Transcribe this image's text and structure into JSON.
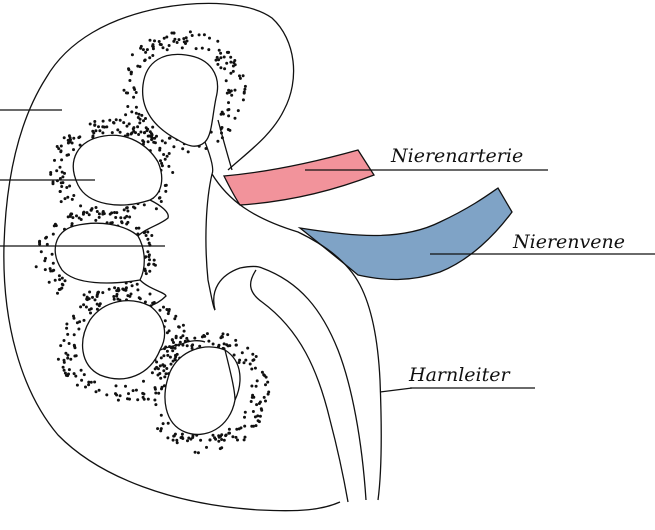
{
  "labels": {
    "renal_artery": "Nierenarterie",
    "renal_vein": "Nierenvene",
    "ureter": "Harnleiter"
  },
  "colors": {
    "artery_fill": "#f2939b",
    "vein_fill": "#7fa3c6",
    "outline": "#111111",
    "background": "#ffffff"
  }
}
